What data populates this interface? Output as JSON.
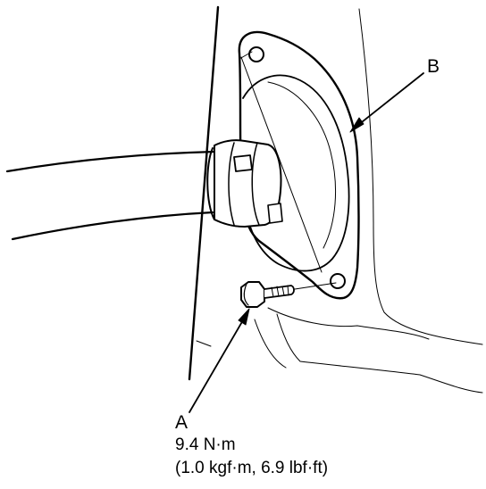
{
  "callouts": {
    "a_letter": "A",
    "b_letter": "B"
  },
  "torque": {
    "nm": "9.4 N·m",
    "alt": "(1.0 kgf·m, 6.9 lbf·ft)"
  },
  "colors": {
    "line": "#000000",
    "background": "#ffffff"
  }
}
